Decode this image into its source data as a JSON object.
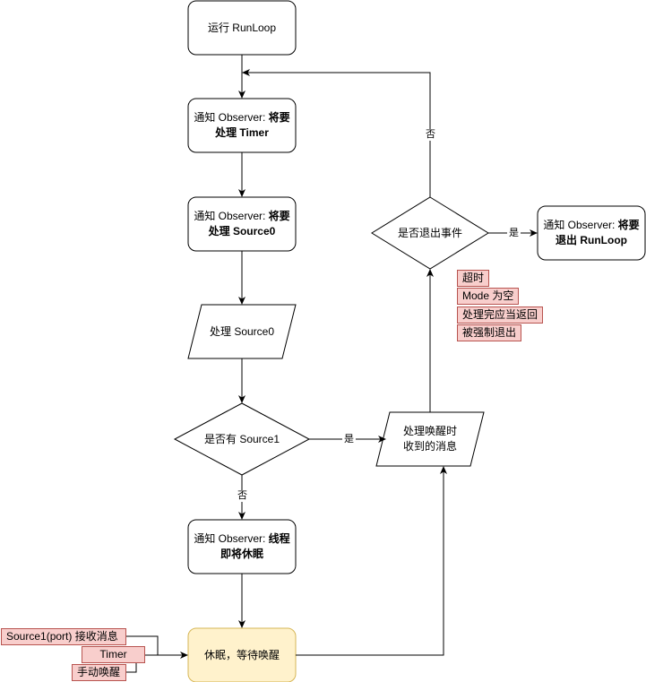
{
  "nodes": {
    "run_runloop": "运行 RunLoop",
    "notify_timer": {
      "plain": "通知 Observer: ",
      "bold1": "将要",
      "bold2": "处理 Timer"
    },
    "notify_source0": {
      "plain": "通知 Observer: ",
      "bold1": "将要",
      "bold2": "处理 Source0"
    },
    "handle_source0": "处理 Source0",
    "has_source1": "是否有 Source1",
    "notify_sleep": {
      "plain": "通知 Observer: ",
      "bold1": "线程",
      "bold2": "即将休眠"
    },
    "sleep_wait": "休眠，等待唤醒",
    "handle_wakeup": {
      "line1": "处理唤醒时",
      "line2": "收到的消息"
    },
    "exit_event": "是否退出事件",
    "notify_exit": {
      "plain": "通知 Observer: ",
      "bold1": "将要",
      "bold2": "退出 RunLoop"
    }
  },
  "edge_labels": {
    "source1_yes": "是",
    "source1_no": "否",
    "exit_yes": "是",
    "exit_no": "否"
  },
  "wake_sources": [
    "Source1(port) 接收消息",
    "Timer",
    "手动唤醒"
  ],
  "exit_reasons": [
    "超时",
    "Mode 为空",
    "处理完应当返回",
    "被强制退出"
  ],
  "colors": {
    "stroke": "#000000",
    "node_fill": "#ffffff",
    "sleep_fill": "#fff2cc",
    "sleep_stroke": "#d6b656",
    "tag_fill": "#f8cecc",
    "tag_stroke": "#b85450"
  }
}
